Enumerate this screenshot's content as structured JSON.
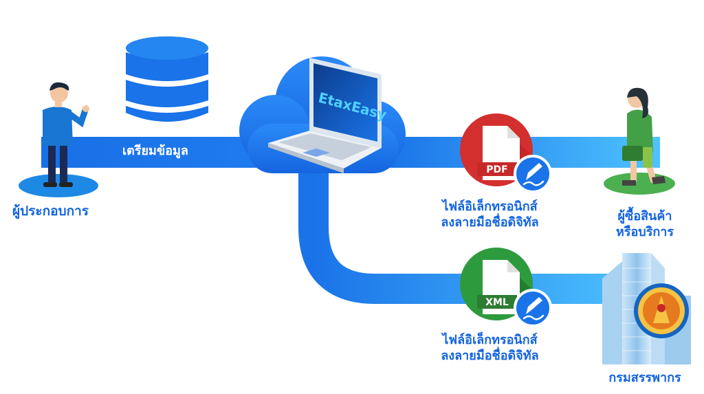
{
  "colors": {
    "flow": "#1a73e8",
    "flow_light": "#3fb6ff",
    "pdf_red": "#d32f2f",
    "xml_green": "#2e9a3e",
    "text_blue": "#1565e0",
    "buyer_platform": "#4caf50",
    "merchant_platform": "#1e88e5"
  },
  "merchant": {
    "label": "ผู้ประกอบการ",
    "icon": "merchant-person-icon"
  },
  "flow_label": "เตรียมข้อมูล",
  "database": {
    "icon": "database-icon"
  },
  "laptop": {
    "icon": "laptop-cloud-icon",
    "screen_text": "EtaxEasy"
  },
  "pdf_doc": {
    "badge": "PDF",
    "icon": "pdf-document-signature-icon",
    "label_line1": "ไฟล์อิเล็กทรอนิกส์",
    "label_line2": "ลงลายมือชื่อดิจิทัล"
  },
  "xml_doc": {
    "badge": "XML",
    "icon": "xml-document-signature-icon",
    "label_line1": "ไฟล์อิเล็กทรอนิกส์",
    "label_line2": "ลงลายมือชื่อดิจิทัล"
  },
  "buyer": {
    "label_line1": "ผู้ซื้อสินค้า",
    "label_line2": "หรือบริการ",
    "icon": "buyer-woman-icon"
  },
  "revenue_dept": {
    "label": "กรมสรรพากร",
    "icon": "revenue-building-seal-icon"
  }
}
